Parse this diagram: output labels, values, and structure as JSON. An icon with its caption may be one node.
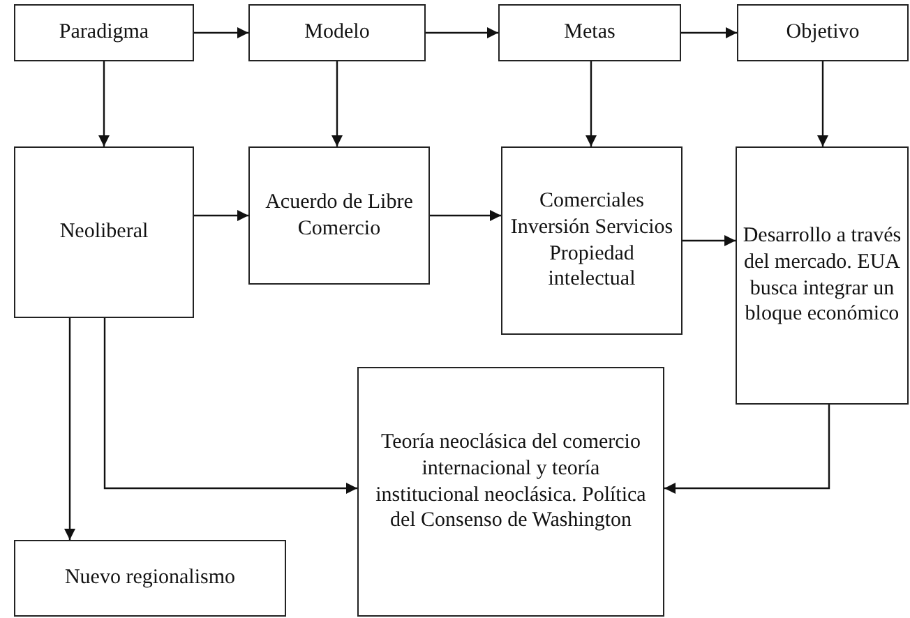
{
  "diagram": {
    "nodes": [
      {
        "text": [
          "Paradigma"
        ]
      },
      {
        "text": [
          "Modelo"
        ]
      },
      {
        "text": [
          "Metas"
        ]
      },
      {
        "text": [
          "Objetivo"
        ]
      },
      {
        "text": [
          "Neoliberal"
        ]
      },
      {
        "text": [
          "Acuerdo de Libre Comercio"
        ]
      },
      {
        "text": [
          "Comerciales Inversión Servicios Propiedad intelectual"
        ]
      },
      {
        "text": [
          "Desarrollo a través del mercado. EUA busca integrar un bloque económico"
        ]
      },
      {
        "text": [
          "Teoría neoclásica del comercio internacional y teoría institucional neoclásica. Política del Consenso de Washington"
        ]
      },
      {
        "text": [
          "Nuevo regionalismo"
        ]
      }
    ],
    "edges": [
      {
        "from": 0,
        "to": 1,
        "arrow": "to"
      },
      {
        "from": 1,
        "to": 2,
        "arrow": "to"
      },
      {
        "from": 2,
        "to": 3,
        "arrow": "to"
      },
      {
        "from": 0,
        "to": 4,
        "arrow": "to"
      },
      {
        "from": 1,
        "to": 5,
        "arrow": "to"
      },
      {
        "from": 2,
        "to": 6,
        "arrow": "to"
      },
      {
        "from": 3,
        "to": 7,
        "arrow": "to"
      },
      {
        "from": 4,
        "to": 5,
        "arrow": "to"
      },
      {
        "from": 5,
        "to": 6,
        "arrow": "to"
      },
      {
        "from": 6,
        "to": 7,
        "arrow": "to"
      },
      {
        "from": 4,
        "to": 8,
        "arrow": "to"
      },
      {
        "from": 7,
        "to": 8,
        "arrow": "to"
      },
      {
        "from": 4,
        "to": 9,
        "arrow": "to"
      }
    ]
  }
}
